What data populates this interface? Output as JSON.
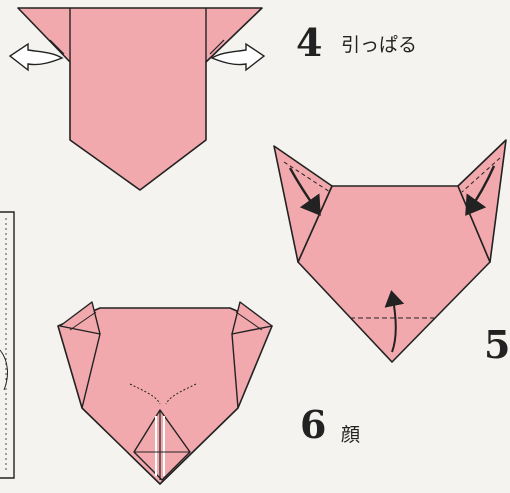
{
  "colors": {
    "paper": "#f2a9ad",
    "paper_dark": "#e79499",
    "ink": "#222222",
    "background": "#f4f3ef"
  },
  "steps": [
    {
      "number": "4",
      "caption": "引っぱる"
    },
    {
      "number": "5",
      "caption": ""
    },
    {
      "number": "6",
      "caption": "顔"
    }
  ]
}
